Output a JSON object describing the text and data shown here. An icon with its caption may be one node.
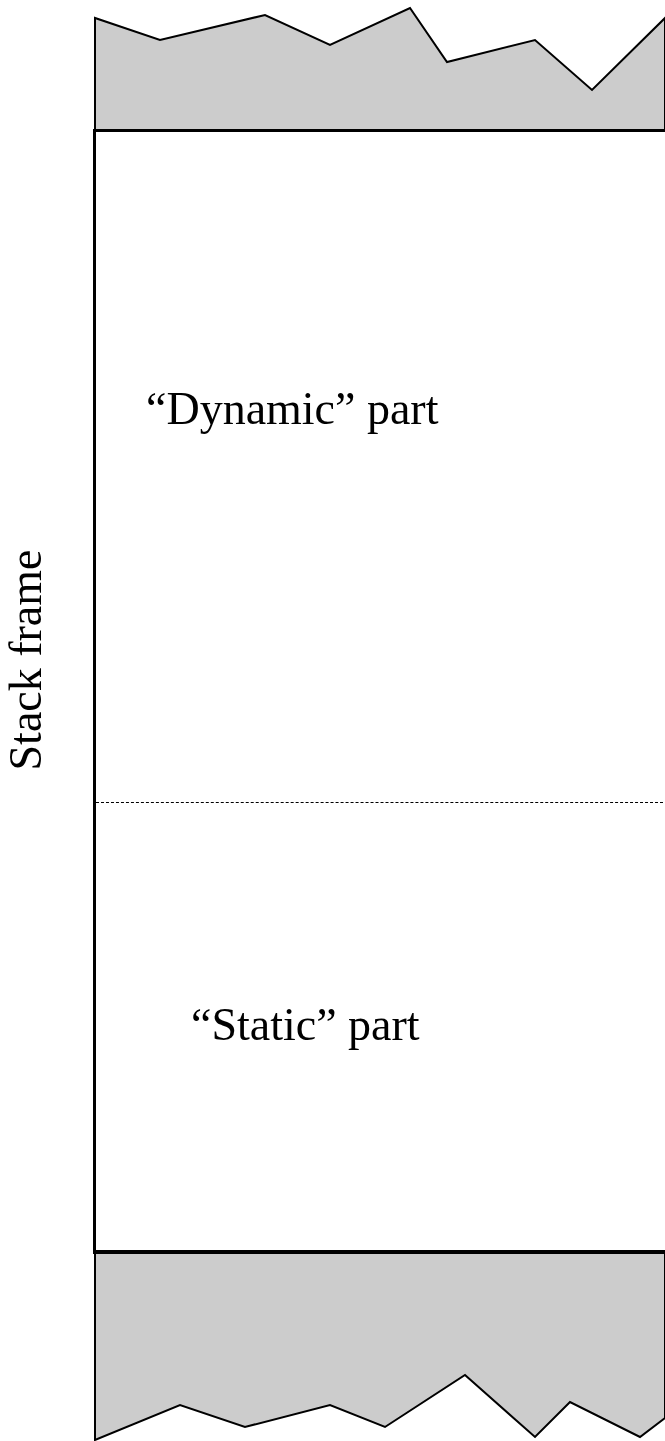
{
  "diagram": {
    "nodes": [
      {
        "text": [
          "Stack frame"
        ]
      },
      {
        "text": [
          "“Dynamic” part"
        ],
        "in": 0
      },
      {
        "text": [
          "“Static” part"
        ],
        "in": 0
      }
    ]
  }
}
